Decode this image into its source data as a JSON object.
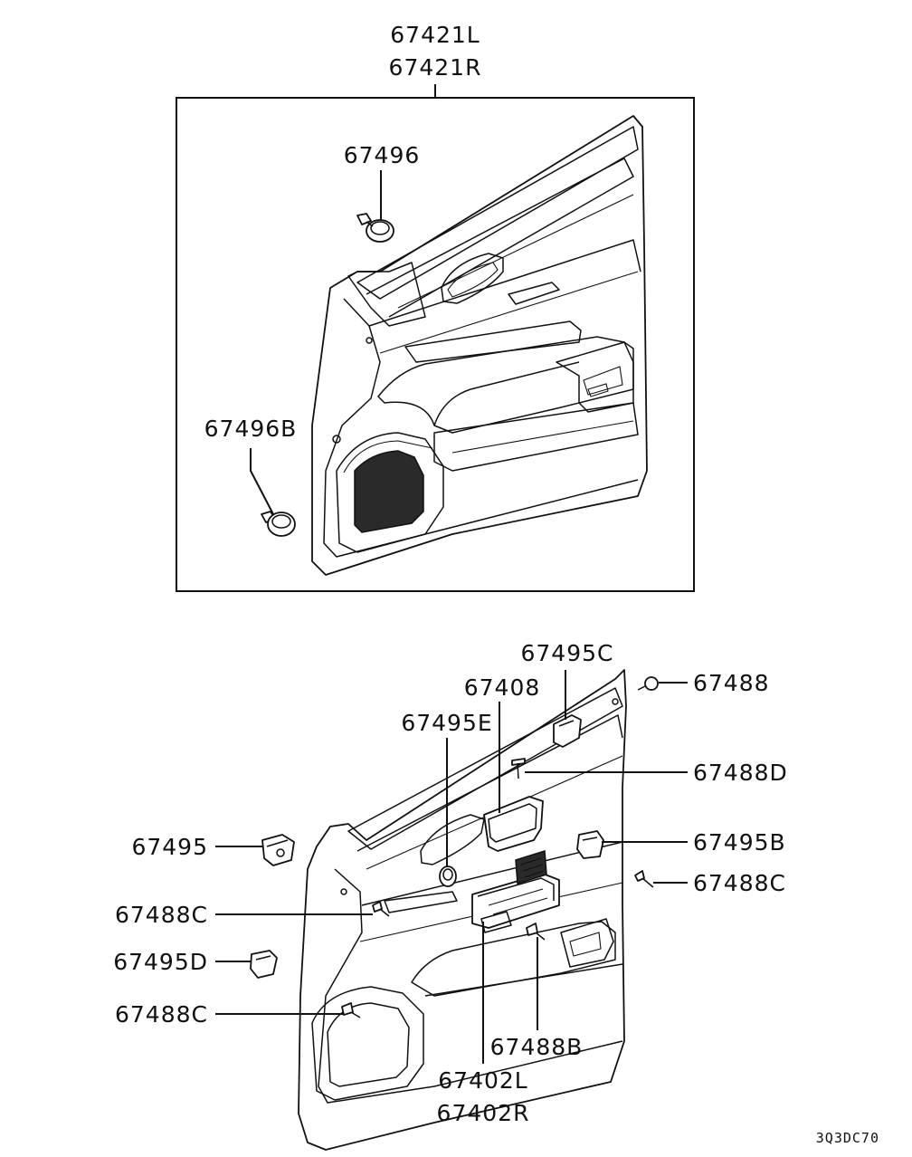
{
  "diagram_code": "3Q3DC70",
  "labels": {
    "trim_assy_l": "67421L",
    "trim_assy_r": "67421R",
    "clip_top": "67496",
    "clip_bottom": "67496B",
    "clip_c": "67495C",
    "screw_67488": "67488",
    "cup_67408": "67408",
    "clip_e": "67495E",
    "screw_d": "67488D",
    "clip_67495": "67495",
    "clip_b": "67495B",
    "screw_c_right": "67488C",
    "screw_c_left_upper": "67488C",
    "clip_d": "67495D",
    "screw_c_left_lower": "67488C",
    "screw_b": "67488B",
    "panel_l": "67402L",
    "panel_r": "67402R"
  }
}
